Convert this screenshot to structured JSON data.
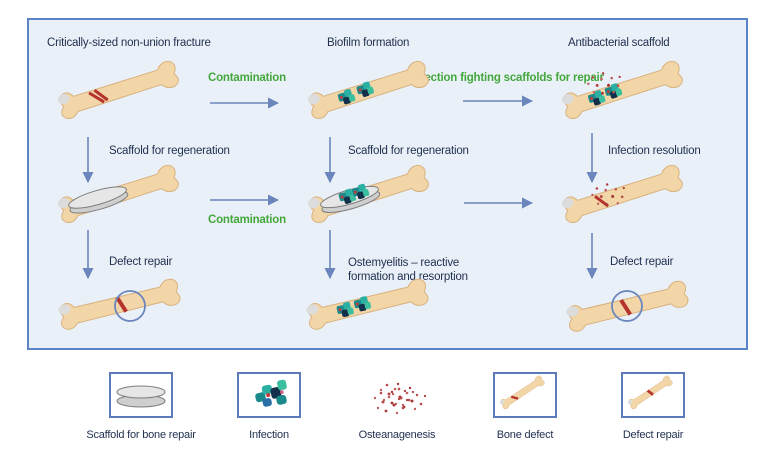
{
  "columns": {
    "col1_title": "Critically-sized non-union fracture",
    "col2_title": "Biofilm formation",
    "col3_title": "Antibacterial scaffold"
  },
  "green_labels": {
    "contamination_top": "Contamination",
    "contamination_mid": "Contamination",
    "infection_fighting": "Infection fighting scaffolds for repair"
  },
  "step_labels": {
    "scaffold_regen_1": "Scaffold for regeneration",
    "scaffold_regen_2": "Scaffold for regeneration",
    "infection_resolution": "Infection resolution",
    "defect_repair_1": "Defect repair",
    "osteomyelitis": "Ostemyelitis – reactive formation and resorption",
    "defect_repair_2": "Defect repair"
  },
  "legend": {
    "items": [
      {
        "label": "Scaffold for bone repair",
        "icon": "scaffold-disc-icon"
      },
      {
        "label": "Infection",
        "icon": "bacteria-cluster-icon"
      },
      {
        "label": "Osteanagenesis",
        "icon": "dots-icon"
      },
      {
        "label": "Bone defect",
        "icon": "bone-defect-icon"
      },
      {
        "label": "Defect repair",
        "icon": "bone-repaired-icon"
      }
    ]
  },
  "colors": {
    "panel_bg": "#eaf0f8",
    "panel_border": "#5b84c4",
    "arrow": "#6a86bd",
    "green_text": "#44a83e",
    "bone": "#f3d6a8",
    "defect": "#b5332d"
  }
}
